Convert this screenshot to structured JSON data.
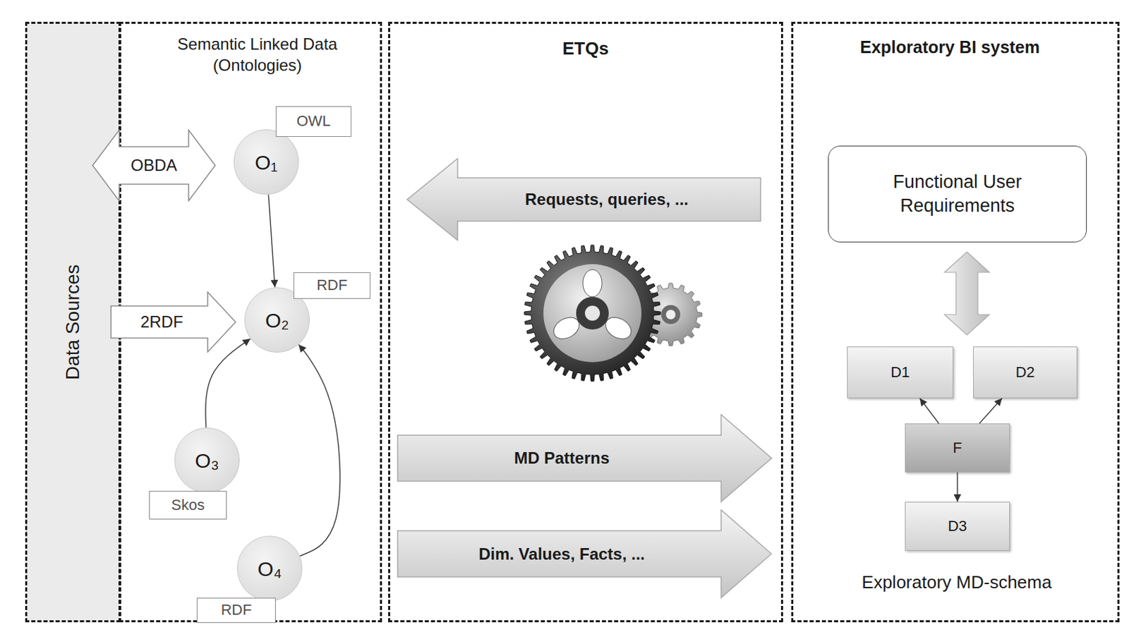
{
  "diagram": {
    "nodes": [
      {
        "text": [
          "Data Sources"
        ]
      },
      {
        "text": [
          "Semantic Linked Data (Ontologies)"
        ]
      },
      {
        "text": [
          "OBDA"
        ]
      },
      {
        "text": [
          "O₁"
        ],
        "in": 1
      },
      {
        "text": [
          "OWL"
        ],
        "in": 1
      },
      {
        "text": [
          "2RDF"
        ]
      },
      {
        "text": [
          "O₂"
        ],
        "in": 1
      },
      {
        "text": [
          "RDF"
        ],
        "in": 1
      },
      {
        "text": [
          "O₃"
        ],
        "in": 1
      },
      {
        "text": [
          "Skos"
        ],
        "in": 1
      },
      {
        "text": [
          "O₄"
        ],
        "in": 1
      },
      {
        "text": [
          "RDF"
        ],
        "in": 1
      },
      {
        "text": [
          "ETQs"
        ]
      },
      {
        "text": [
          "Requests, queries, ..."
        ],
        "in": 12
      },
      {
        "text": [
          "MD Patterns"
        ],
        "in": 12
      },
      {
        "text": [
          "Dim. Values, Facts, ..."
        ],
        "in": 12
      },
      {
        "text": [
          "Exploratory BI system"
        ]
      },
      {
        "text": [
          "Functional User Requirements"
        ],
        "in": 16
      },
      {
        "text": [
          "D1"
        ],
        "in": 16
      },
      {
        "text": [
          "D2"
        ],
        "in": 16
      },
      {
        "text": [
          "F"
        ],
        "in": 16
      },
      {
        "text": [
          "D3"
        ],
        "in": 16
      }
    ],
    "edges": [
      {
        "from": 3,
        "to": 6,
        "arrow": "to"
      },
      {
        "from": 8,
        "to": 6,
        "arrow": "to"
      },
      {
        "from": 10,
        "to": 6,
        "arrow": "to"
      },
      {
        "from": 20,
        "to": 18,
        "arrow": "to"
      },
      {
        "from": 20,
        "to": 19,
        "arrow": "to"
      },
      {
        "from": 20,
        "to": 21,
        "arrow": "to"
      }
    ],
    "labels": [
      "Exploratory MD-schema"
    ]
  }
}
